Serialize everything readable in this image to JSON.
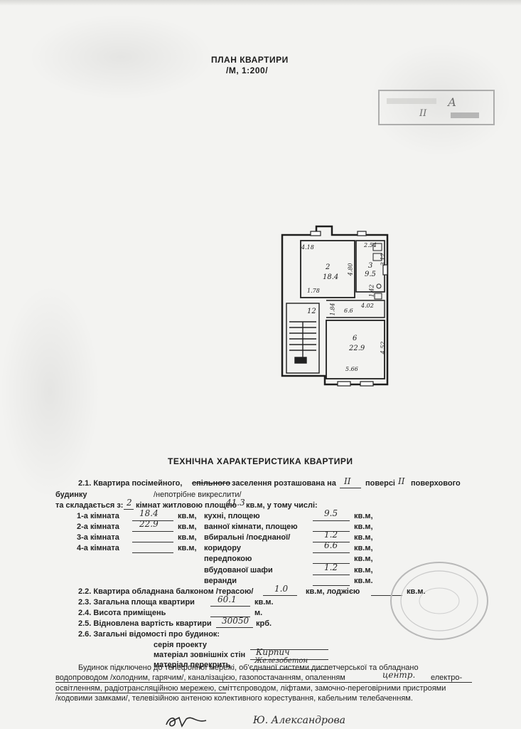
{
  "header": {
    "title": "ПЛАН КВАРТИРИ",
    "scale": "/М, 1:200/"
  },
  "stamp": {
    "letter": "А",
    "floor": "II"
  },
  "plan": {
    "room1": {
      "number": "2",
      "area": "18.4",
      "dim_top": "4.18",
      "dim_side": "4.80",
      "dim_bottom": "1.78"
    },
    "kitchen": {
      "number": "3",
      "area": "9.5",
      "dim_top": "2.54",
      "dim_side": "3.12"
    },
    "bath": {
      "dim": "1.42"
    },
    "corridor": {
      "area": "6.6",
      "dim": "1.84",
      "dim2": "4.02"
    },
    "stairs_no": "12",
    "room2": {
      "number": "6",
      "area": "22.9",
      "dim_side": "4.52",
      "dim_bottom": "5.66"
    }
  },
  "spec": {
    "title": "ТЕХНІЧНА ХАРАКТЕРИСТИКА КВАРТИРИ",
    "line1_a": "2.1. Квартира посімейного,",
    "line1_strike": "спільного",
    "line1_b": "заселення розташована на",
    "floor_value": "II",
    "line1_c": "поверсі",
    "floors_total": "II",
    "line1_d": "поверхового",
    "line2_a": "будинку",
    "line2_b": "/непотрібне викреслити/",
    "line3_a": "та складається з:",
    "rooms_count": "2",
    "line3_b": "кімнат житловою площею",
    "living_area": "41.3",
    "line3_c": "кв.м,  у  тому числі:",
    "unit": "кв.м,",
    "unit_dot": "кв.м.",
    "rooms": [
      {
        "label": "1-а кімната",
        "value": "18.4"
      },
      {
        "label": "2-а кімната",
        "value": "22.9"
      },
      {
        "label": "3-а кімната",
        "value": ""
      },
      {
        "label": "4-а кімната",
        "value": ""
      }
    ],
    "aux": [
      {
        "label": "кухні, площею",
        "value": "9.5"
      },
      {
        "label": "ванної кімнати, площею",
        "value": ""
      },
      {
        "label": "вбиральні /поєднаної/",
        "value": "1.2"
      },
      {
        "label": "коридору",
        "value": "6.6"
      },
      {
        "label": "передпокою",
        "value": ""
      },
      {
        "label": "вбудованої шафи",
        "value": "1.2"
      },
      {
        "label": "веранди",
        "value": ""
      }
    ],
    "balcony_a": "2.2. Квартира обладнана балконом /терасою/",
    "balcony_value": "1.0",
    "balcony_b": "кв.м, лоджією",
    "total_label": "2.3. Загальна площа квартири",
    "total_value": "60.1",
    "height_label": "2.4. Висота приміщень",
    "height_unit": "м.",
    "cost_label": "2.5. Відновлена вартість квартири",
    "cost_value": "30050",
    "cost_unit": "крб.",
    "general_label": "2.6. Загальні відомості про будинок:",
    "series_label": "серія проекту",
    "walls_label": "матеріал зовнішніх стін",
    "walls_value": "Кирпич",
    "floors_label": "матеріал перекрить",
    "floors_value": "Железобетон",
    "para1": "Будинок підключено до телефонної мережі, об'єднаної системи диспетчерської та обладнано",
    "para2_a": "водопроводом /холодним, гарячим/, каналізацією, газопостачанням, опаленням",
    "heating_value": "центр.",
    "para2_b": "електро-",
    "para3": "освітленням, радіотрансляційною мережею, сміттєпроводом, ліфтами, замочно-переговірними пристроями",
    "para4": "/кодовими замками/, телевізійною антеною колективного корестування, кабельним телебаченням.",
    "signature_name": "Ю. Александрова"
  }
}
